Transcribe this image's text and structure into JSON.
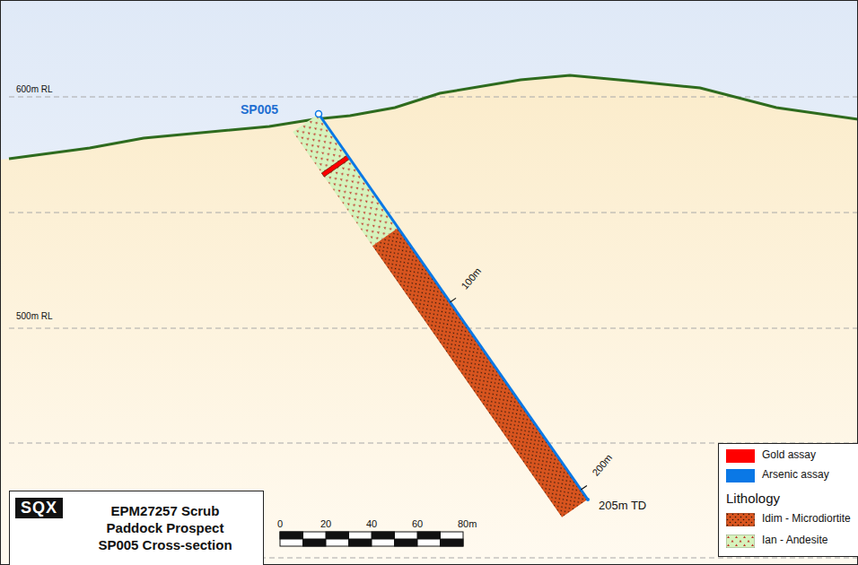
{
  "diagram": {
    "title": "EPM27257 Scrub Paddock Prospect SP005 Cross-section",
    "labels": [
      "600m RL",
      "500m RL",
      "SP005",
      "100m",
      "200m",
      "205m TD",
      "0",
      "20",
      "40",
      "60",
      "80m",
      "SQX",
      "Lithology"
    ],
    "legend": [
      {
        "text": "Gold assay",
        "color": "#ff0000"
      },
      {
        "text": "Arsenic assay",
        "color": "#0a78e6"
      },
      {
        "text": "Idim - Microdiortite"
      },
      {
        "text": "Ian - Andesite"
      }
    ]
  }
}
